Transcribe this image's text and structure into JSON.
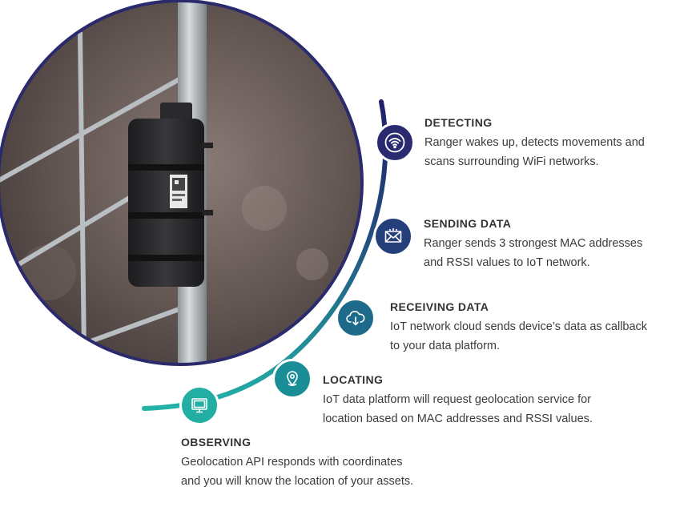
{
  "photo": {
    "subject": "ranger-device-on-fence",
    "ring_color": "#2a2a6c"
  },
  "curve": {
    "start_color": "#1f1f6b",
    "end_color": "#22b3a6"
  },
  "steps": [
    {
      "icon": "wifi-icon",
      "title": "DETECTING",
      "line1": "Ranger wakes up, detects movements and",
      "line2": "scans surrounding WiFi networks.",
      "color": "#2a2a70"
    },
    {
      "icon": "envelope-icon",
      "title": "SENDING DATA",
      "line1": "Ranger sends 3 strongest MAC addresses",
      "line2": "and RSSI values to IoT network.",
      "color": "#243f7a"
    },
    {
      "icon": "cloud-download-icon",
      "title": "RECEIVING DATA",
      "line1": "IoT network cloud sends device’s data as callback",
      "line2": "to your data platform.",
      "color": "#1d6a8a"
    },
    {
      "icon": "location-pin-icon",
      "title": "LOCATING",
      "line1": "IoT data platform will request geolocation service for",
      "line2": "location based on MAC addresses and RSSI values.",
      "color": "#1a8e97"
    },
    {
      "icon": "monitor-icon",
      "title": "OBSERVING",
      "line1": "Geolocation API responds with coordinates",
      "line2": "and you will know the location of your assets.",
      "color": "#22aea3"
    }
  ]
}
